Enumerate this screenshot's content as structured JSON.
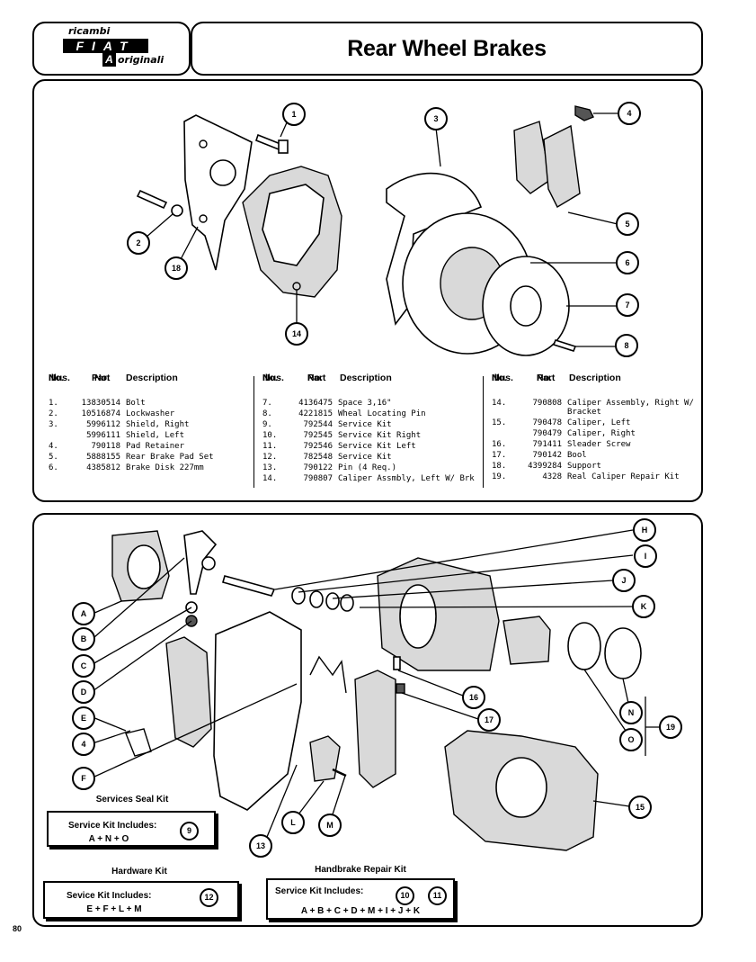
{
  "logo": {
    "top": "ricambi",
    "brand": "FIAT",
    "a": "A",
    "bottom": "originali"
  },
  "title": "Rear Wheel Brakes",
  "headers": {
    "illus": "Illus.",
    "no": "No.",
    "part": "Part",
    "part_no": "No.",
    "desc": "Description"
  },
  "parts_col1": [
    {
      "no": "1.",
      "part": "13830514",
      "desc": "Bolt"
    },
    {
      "no": "2.",
      "part": "10516874",
      "desc": "Lockwasher"
    },
    {
      "no": "3.",
      "part": "5996112",
      "desc": "Shield, Right"
    },
    {
      "no": "",
      "part": "5996111",
      "desc": "Shield, Left"
    },
    {
      "no": "4.",
      "part": "790118",
      "desc": "Pad Retainer"
    },
    {
      "no": "5.",
      "part": "5888155",
      "desc": "Rear Brake Pad Set"
    },
    {
      "no": "6.",
      "part": "4385812",
      "desc": "Brake Disk 227mm"
    }
  ],
  "parts_col2": [
    {
      "no": "7.",
      "part": "4136475",
      "desc": "Space 3,16\""
    },
    {
      "no": "8.",
      "part": "4221815",
      "desc": "Wheal Locating Pin"
    },
    {
      "no": "9.",
      "part": "792544",
      "desc": "Service Kit"
    },
    {
      "no": "10.",
      "part": "792545",
      "desc": "Service Kit Right"
    },
    {
      "no": "11.",
      "part": "792546",
      "desc": "Service Kit Left"
    },
    {
      "no": "12.",
      "part": "782548",
      "desc": "Service Kit"
    },
    {
      "no": "13.",
      "part": "790122",
      "desc": "Pin (4 Req.)"
    },
    {
      "no": "14.",
      "part": "790807",
      "desc": "Caliper Assmbly, Left W/ Brk"
    }
  ],
  "parts_col3": [
    {
      "no": "14.",
      "part": "790808",
      "desc": "Caliper Assembly, Right W/"
    },
    {
      "no": "",
      "part": "",
      "desc": "Bracket"
    },
    {
      "no": "15.",
      "part": "790478",
      "desc": "Caliper, Left"
    },
    {
      "no": "",
      "part": "790479",
      "desc": "Caliper, Right"
    },
    {
      "no": "16.",
      "part": "791411",
      "desc": "Sleader Screw"
    },
    {
      "no": "17.",
      "part": "790142",
      "desc": "Bool"
    },
    {
      "no": "18.",
      "part": "4399284",
      "desc": "Support"
    },
    {
      "no": "19.",
      "part": "4328",
      "desc": "Real Caliper Repair Kit"
    }
  ],
  "callouts_top": [
    "1",
    "2",
    "18",
    "14",
    "3",
    "4",
    "5",
    "6",
    "7",
    "8"
  ],
  "callouts_bottom": [
    "A",
    "B",
    "C",
    "D",
    "E",
    "4",
    "F",
    "H",
    "I",
    "J",
    "K",
    "16",
    "17",
    "N",
    "O",
    "19",
    "15",
    "L",
    "M",
    "13"
  ],
  "kits": {
    "seal": {
      "title": "Services Seal Kit",
      "line1": "Service Kit Includes:",
      "num": "9",
      "line2": "A + N + O"
    },
    "hardware": {
      "title": "Hardware Kit",
      "line1": "Sevice Kit Includes:",
      "num": "12",
      "line2": "E + F + L + M"
    },
    "handbrake": {
      "title": "Handbrake Repair Kit",
      "line1": "Service Kit Includes:",
      "num_a": "10",
      "num_b": "11",
      "line2": "A + B + C + D + M + I + J + K"
    }
  },
  "page_number": "80"
}
